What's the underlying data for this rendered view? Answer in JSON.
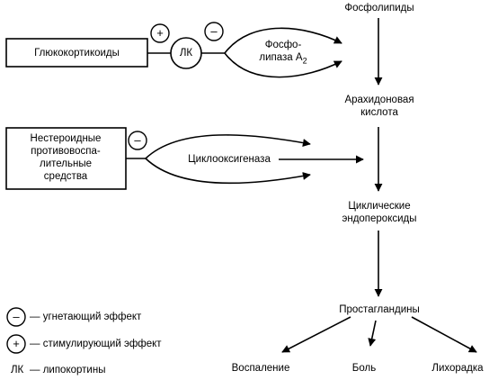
{
  "nodes": {
    "phospholipids": "Фосфолипиды",
    "arachidonic_1": "Арахидоновая",
    "arachidonic_2": "кислота",
    "endoperoxides_1": "Циклические",
    "endoperoxides_2": "эндопероксиды",
    "prostaglandins": "Простагландины",
    "inflammation": "Воспаление",
    "pain": "Боль",
    "fever": "Лихорадка"
  },
  "enzymes": {
    "phospholipase_1": "Фосфо-",
    "phospholipase_2": "липаза A",
    "phospholipase_sub": "2",
    "cyclooxygenase": "Циклооксигеназа"
  },
  "regulators": {
    "glucocorticoids": "Глюкокортикоиды",
    "lk": "ЛК",
    "nsaid_1": "Нестероидные",
    "nsaid_2": "противовоспа-",
    "nsaid_3": "лительные",
    "nsaid_4": "средства"
  },
  "signs": {
    "plus": "+",
    "minus": "–"
  },
  "legend": {
    "inhibit": "— угнетающий эффект",
    "stimulate": "— стимулирующий эффект",
    "lk_abbr": "ЛК",
    "lk_text": "— липокортины"
  },
  "colors": {
    "ink": "#000000",
    "paper": "#ffffff"
  }
}
